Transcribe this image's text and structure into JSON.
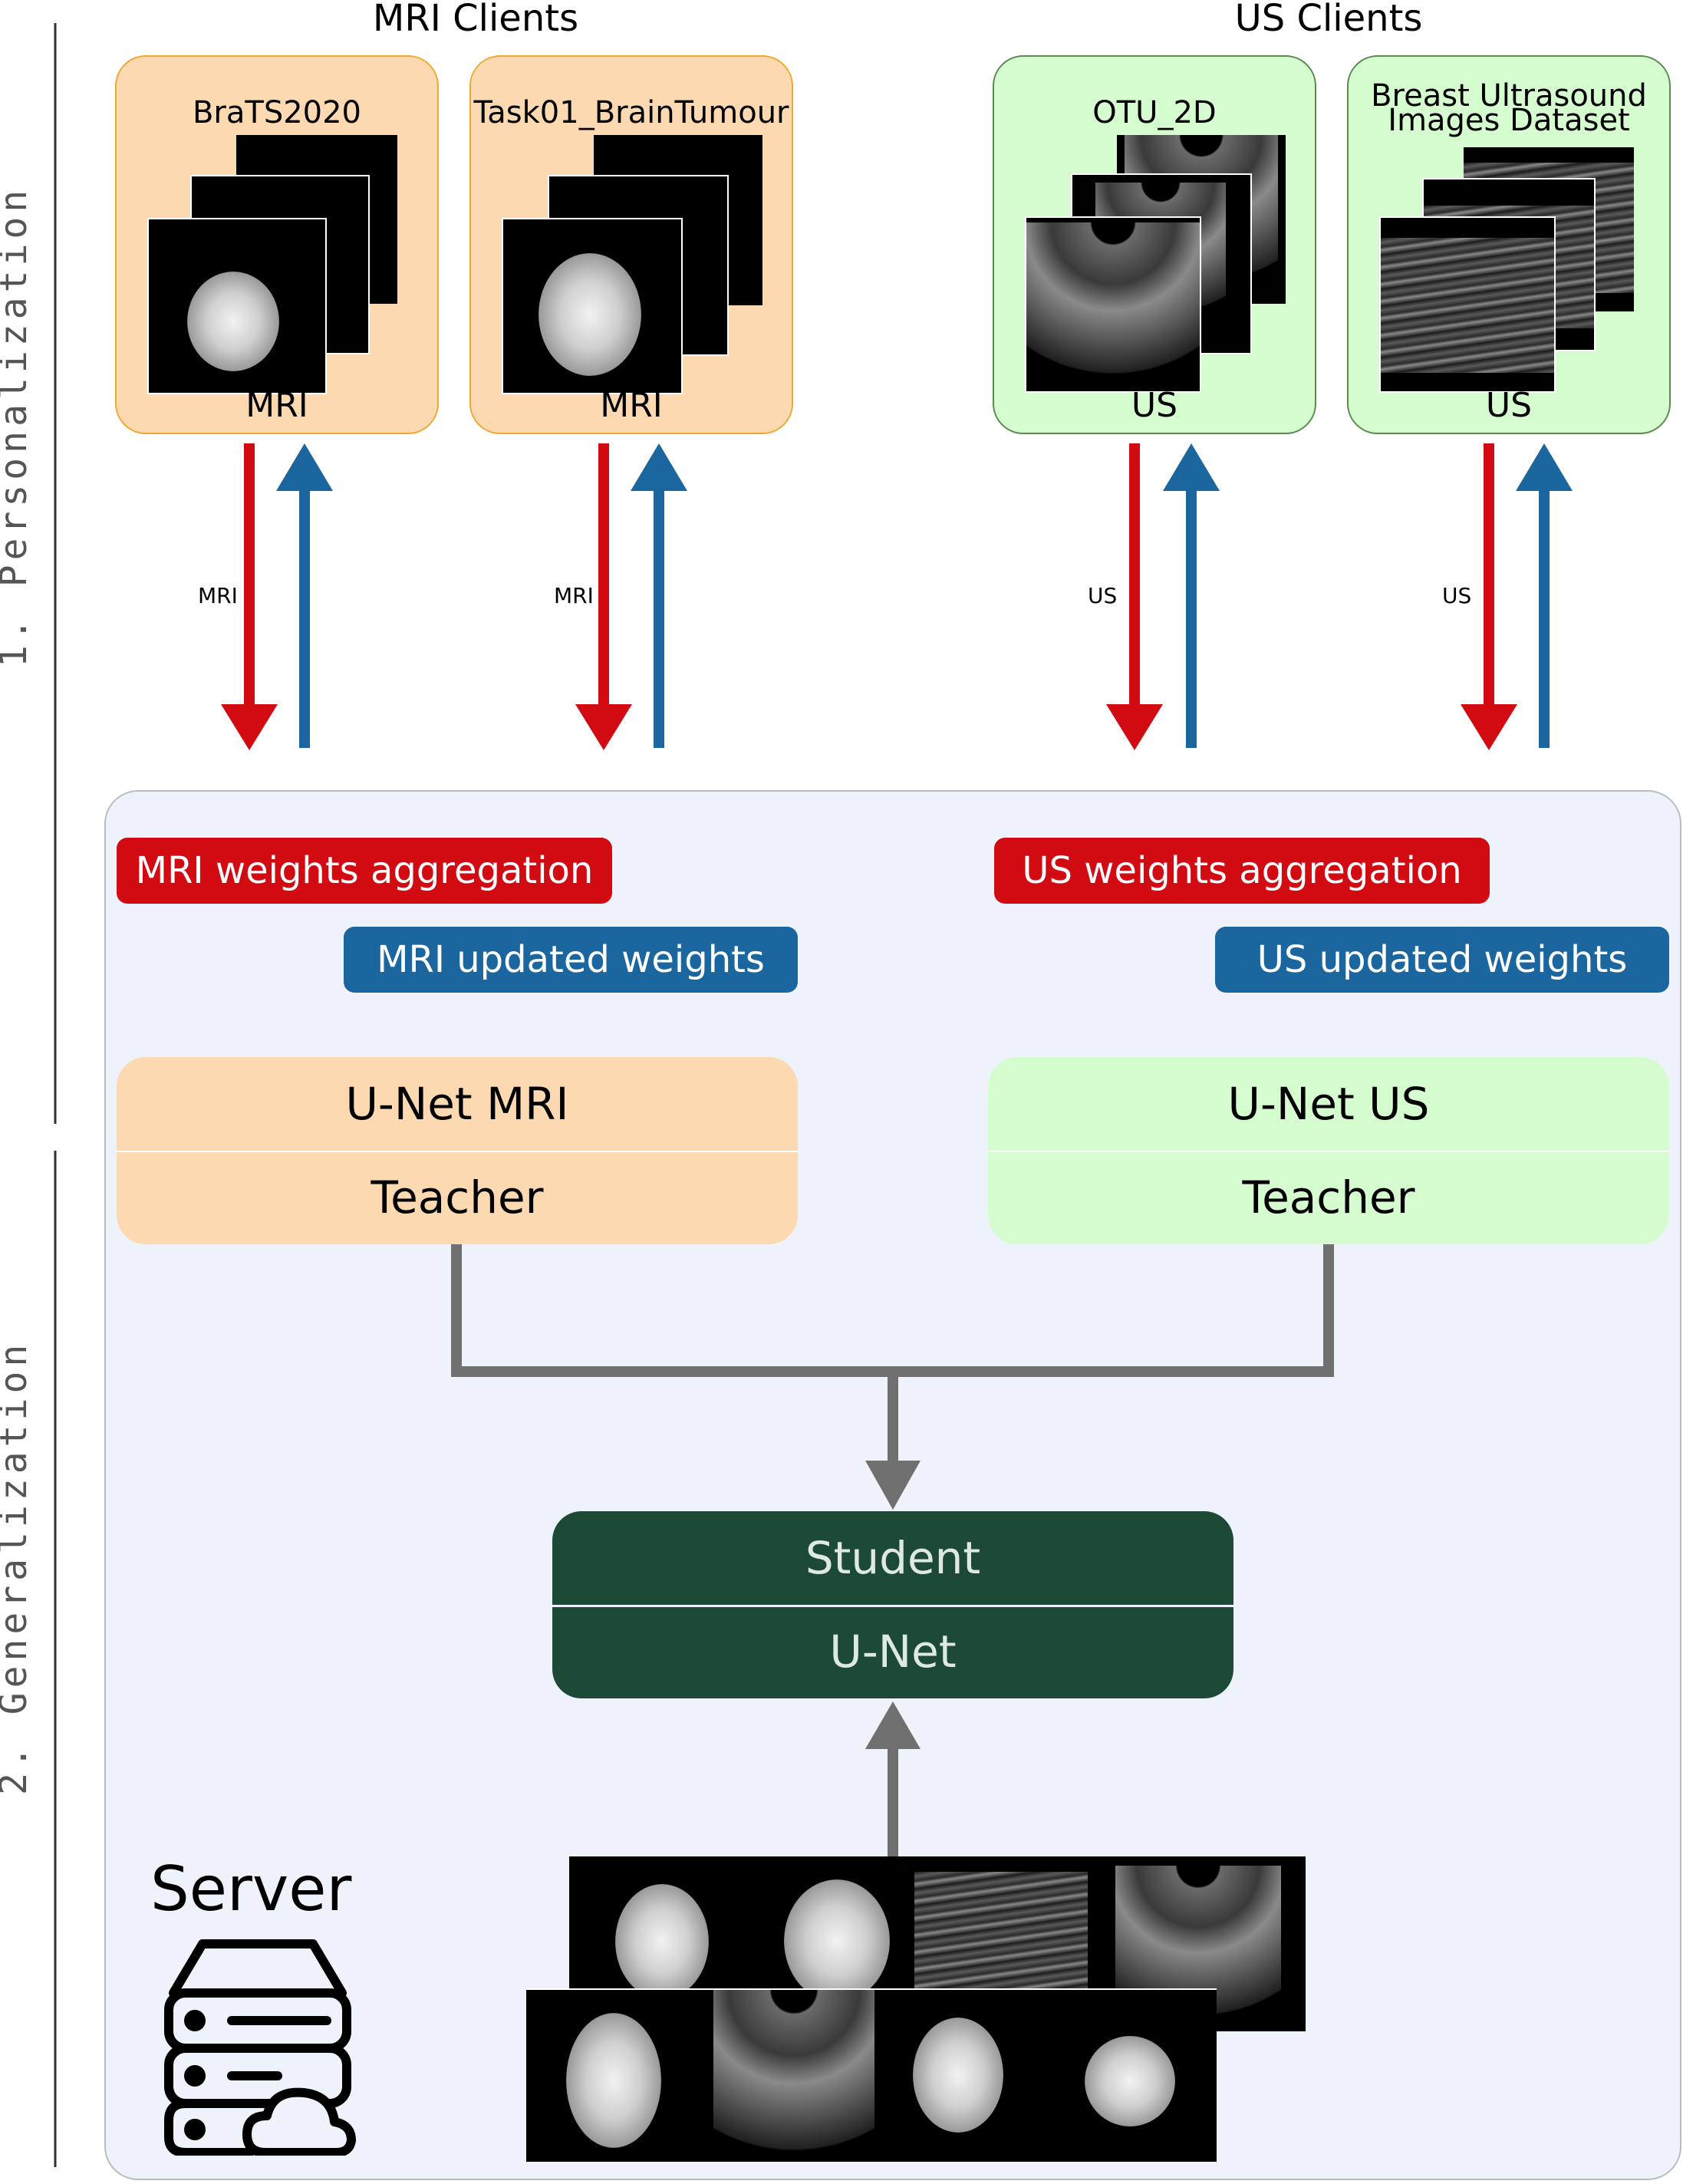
{
  "phases": {
    "personalization": "1. Personalization",
    "generalization": "2. Generalization"
  },
  "groups": {
    "mri": "MRI Clients",
    "us": "US Clients"
  },
  "clients": [
    {
      "name": "BraTS2020",
      "modality": "MRI"
    },
    {
      "name": "Task01_BrainTumour",
      "modality": "MRI"
    },
    {
      "name": "OTU_2D",
      "modality": "US"
    },
    {
      "name_line1": "Breast Ultrasound",
      "name_line2": "Images Dataset",
      "modality": "US"
    }
  ],
  "arrow_labels": [
    "MRI",
    "MRI",
    "US",
    "US"
  ],
  "server": {
    "mri_aggregation": "MRI weights aggregation",
    "us_aggregation": "US weights aggregation",
    "mri_updated": "MRI updated weights",
    "us_updated": "US updated weights",
    "teacher_mri": {
      "top": "U-Net MRI",
      "bottom": "Teacher"
    },
    "teacher_us": {
      "top": "U-Net US",
      "bottom": "Teacher"
    },
    "student": {
      "top": "Student",
      "bottom": "U-Net"
    },
    "title": "Server"
  },
  "colors": {
    "mri_fill": "#fcd9b0",
    "us_fill": "#d4fccf",
    "red_arrow": "#d20a12",
    "blue_arrow": "#1c66a0",
    "student_fill": "#1d4a36",
    "connector": "#707070"
  },
  "icons": [
    "server-cloud-icon"
  ]
}
